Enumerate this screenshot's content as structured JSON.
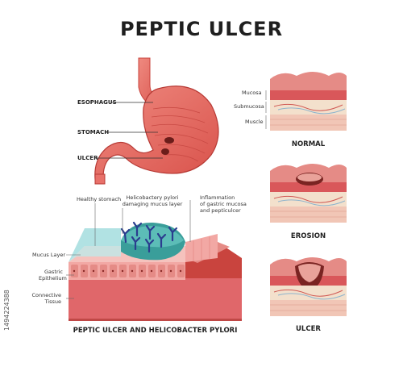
{
  "title": "PEPTIC ULCER",
  "stomach_labels": {
    "esophagus": "ESOPHAGUS",
    "stomach": "STOMACH",
    "ulcer": "ULCER"
  },
  "layer_labels": {
    "mucosa": "Mucosa",
    "submucosa": "Submucosa",
    "muscle": "Muscle"
  },
  "section_titles": {
    "normal": "NORMAL",
    "erosion": "EROSION",
    "ulcer": "ULCER"
  },
  "hpylori": {
    "healthy": "Healthy stomach",
    "damaging_line1": "Helicobactery pylori",
    "damaging_line2": "damaging mucus layer",
    "inflam_line1": "Inflammation",
    "inflam_line2": "of gastric mucosa",
    "inflam_line3": "and pepticulcer",
    "mucus_layer": "Mucus Layer",
    "gastric_line1": "Gastric",
    "gastric_line2": "Epithelium",
    "connective_line1": "Connective",
    "connective_line2": "Tissue",
    "caption": "PEPTIC ULCER AND HELICOBACTER PYLORI"
  },
  "side_id": "1494224388",
  "colors": {
    "stomach": "#e8716a",
    "stomach_dark": "#c9443e",
    "mucosa": "#e0676a",
    "submucosa": "#f1dcc8",
    "muscle": "#f1c3b3",
    "bacteria": "#2b3d8f",
    "mucus": "#9fd9dc"
  }
}
